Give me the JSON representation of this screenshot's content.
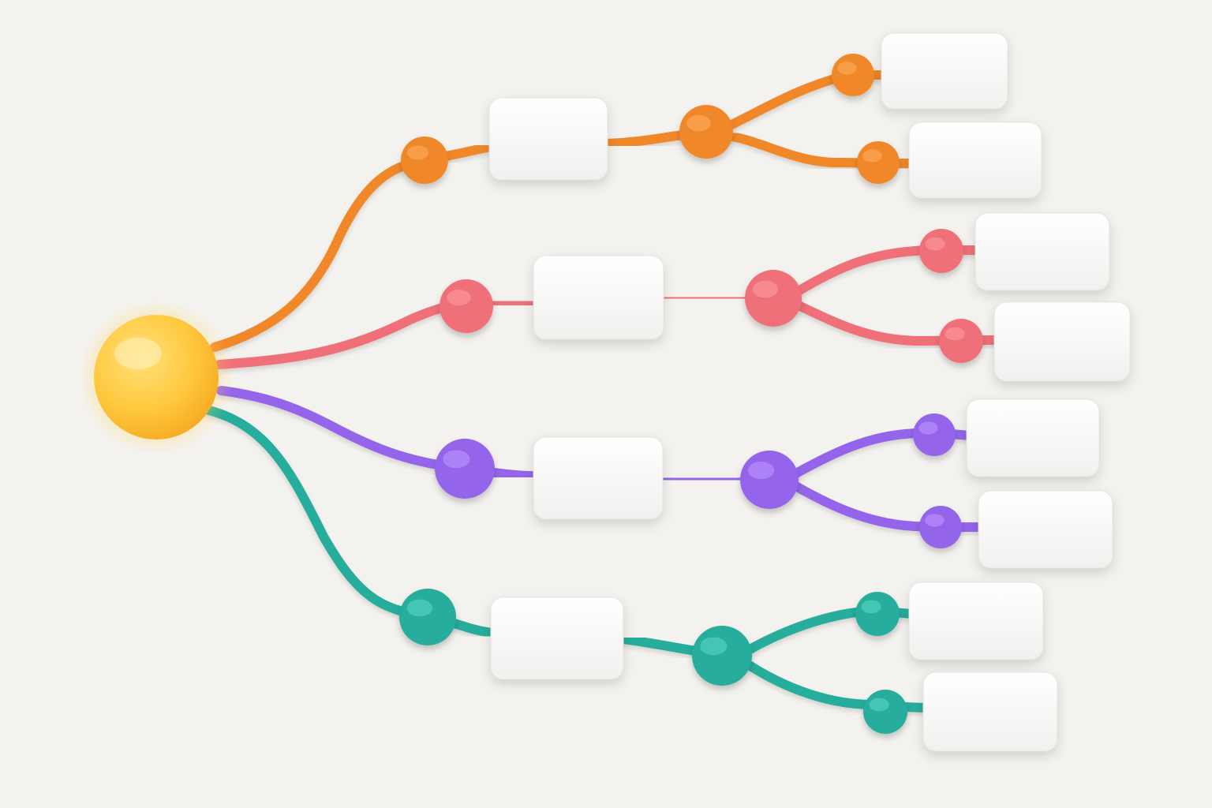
{
  "diagram": {
    "root": {
      "name": "root-node",
      "color": "#ffc94a",
      "glow": "#ffd966"
    },
    "card_color": "#ffffff",
    "background": "#f4f2ee",
    "branches": [
      {
        "name": "orange",
        "color": "#f0882c",
        "highlight": "#ffb066",
        "label": "",
        "mid_card_label": "",
        "leaves": [
          {
            "label": ""
          },
          {
            "label": ""
          }
        ]
      },
      {
        "name": "coral",
        "color": "#ef6f78",
        "highlight": "#ff9ea3",
        "label": "",
        "mid_card_label": "",
        "leaves": [
          {
            "label": ""
          },
          {
            "label": ""
          }
        ]
      },
      {
        "name": "purple",
        "color": "#9465ea",
        "highlight": "#c09bff",
        "label": "",
        "mid_card_label": "",
        "leaves": [
          {
            "label": ""
          },
          {
            "label": ""
          }
        ]
      },
      {
        "name": "teal",
        "color": "#27ad9c",
        "highlight": "#5fd8c7",
        "label": "",
        "mid_card_label": "",
        "leaves": [
          {
            "label": ""
          },
          {
            "label": ""
          }
        ]
      }
    ]
  }
}
